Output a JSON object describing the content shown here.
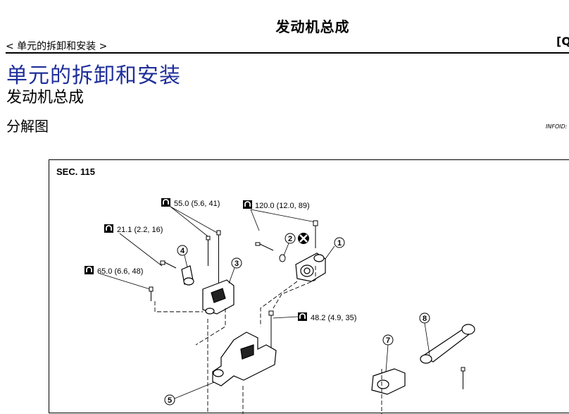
{
  "header": {
    "doc_title": "发动机总成",
    "breadcrumb": "< 单元的拆卸和安装 >",
    "code": "[Q"
  },
  "page": {
    "section_title": "单元的拆卸和安装",
    "sub_title": "发动机总成",
    "view_title": "分解图",
    "info_id": "INFOID:"
  },
  "figure": {
    "section": "SEC. 115",
    "torques": [
      "55.0 (5.6, 41)",
      "120.0 (12.0, 89)",
      "21.1 (2.2, 16)",
      "65.0 (6.6, 48)",
      "48.2 (4.9, 35)"
    ],
    "callouts": [
      "1",
      "2",
      "3",
      "4",
      "5",
      "7",
      "8"
    ],
    "icons": {
      "torque": "torque-wrench-icon",
      "no_reuse": "do-not-reuse-icon"
    }
  }
}
